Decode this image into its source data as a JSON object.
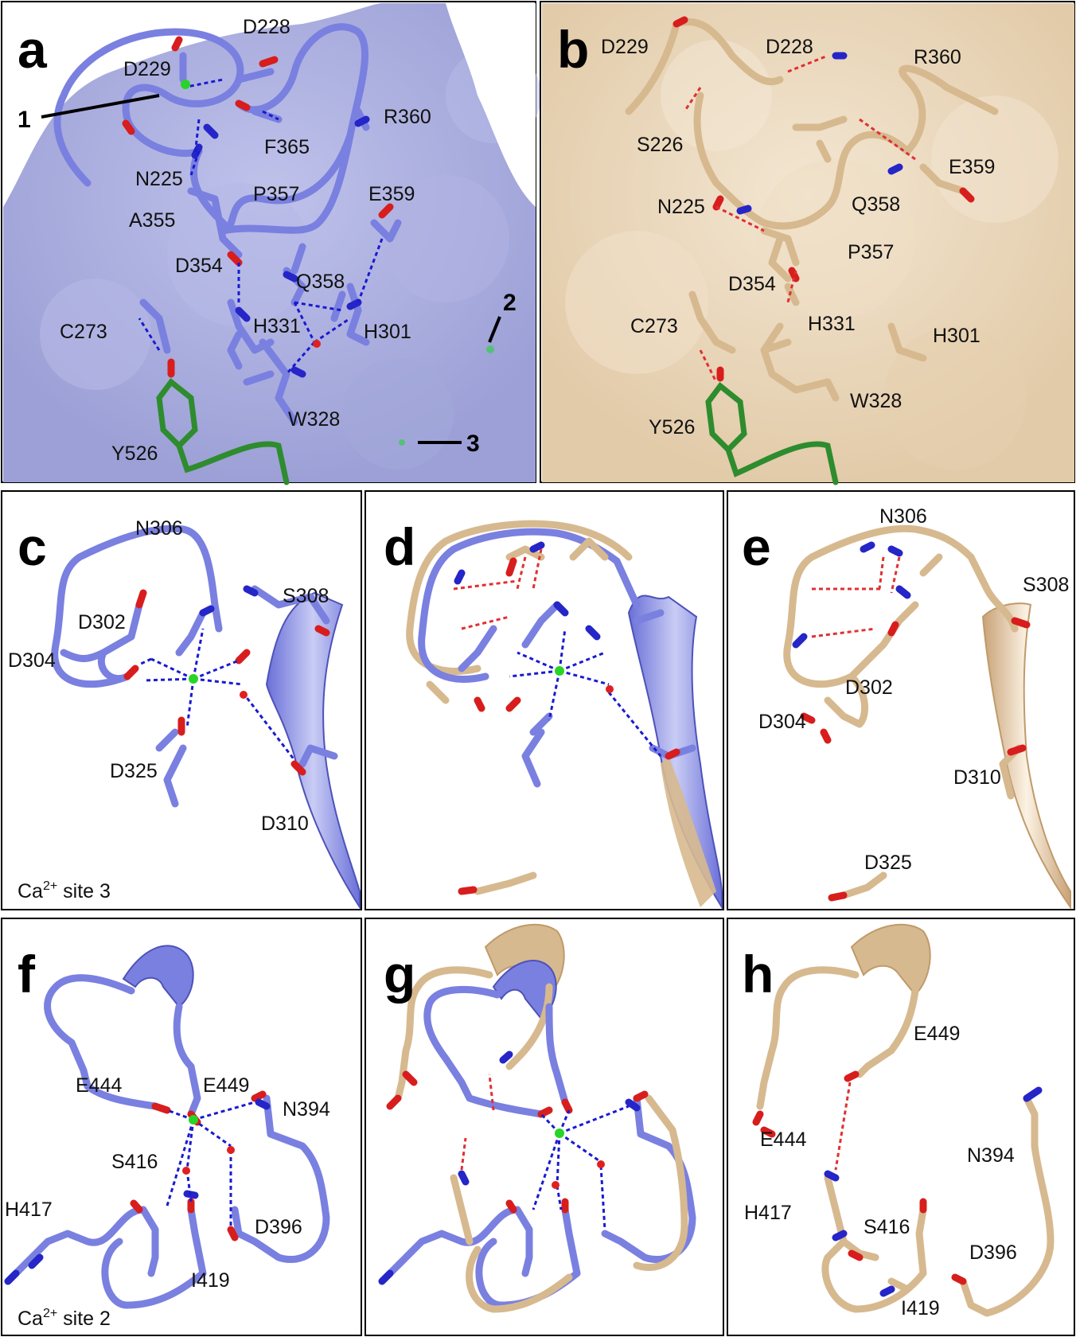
{
  "panels": {
    "a": {
      "letter": "a",
      "labels": [
        "D228",
        "D229",
        "R360",
        "F365",
        "N225",
        "P357",
        "E359",
        "A355",
        "D354",
        "Q358",
        "H301",
        "C273",
        "H331",
        "W328",
        "Y526"
      ],
      "site_numbers": [
        "1",
        "2",
        "3"
      ]
    },
    "b": {
      "letter": "b",
      "labels": [
        "D229",
        "D228",
        "R360",
        "S226",
        "E359",
        "N225",
        "Q358",
        "P357",
        "D354",
        "C273",
        "H331",
        "H301",
        "W328",
        "Y526"
      ]
    },
    "c": {
      "letter": "c",
      "labels": [
        "N306",
        "S308",
        "D302",
        "D304",
        "D325",
        "D310"
      ],
      "site_caption": "Ca",
      "site_charge": "2+",
      "site_suffix": " site 3"
    },
    "d": {
      "letter": "d"
    },
    "e": {
      "letter": "e",
      "labels": [
        "N306",
        "S308",
        "D302",
        "D304",
        "D310",
        "D325"
      ]
    },
    "f": {
      "letter": "f",
      "labels": [
        "E444",
        "E449",
        "N394",
        "S416",
        "H417",
        "D396",
        "I419"
      ],
      "site_caption": "Ca",
      "site_charge": "2+",
      "site_suffix": " site 2"
    },
    "g": {
      "letter": "g"
    },
    "h": {
      "letter": "h",
      "labels": [
        "E449",
        "E444",
        "N394",
        "H417",
        "S416",
        "D396",
        "I419"
      ]
    }
  },
  "colors": {
    "blue_model": "#7a80e0",
    "tan_model": "#d7b98f",
    "blue_surface": "#a9addb",
    "tan_surface": "#ead6bc",
    "oxygen": "#d81d1d",
    "nitrogen": "#2525c8",
    "calcium": "#28d428",
    "ligand": "#2e8c2e"
  }
}
